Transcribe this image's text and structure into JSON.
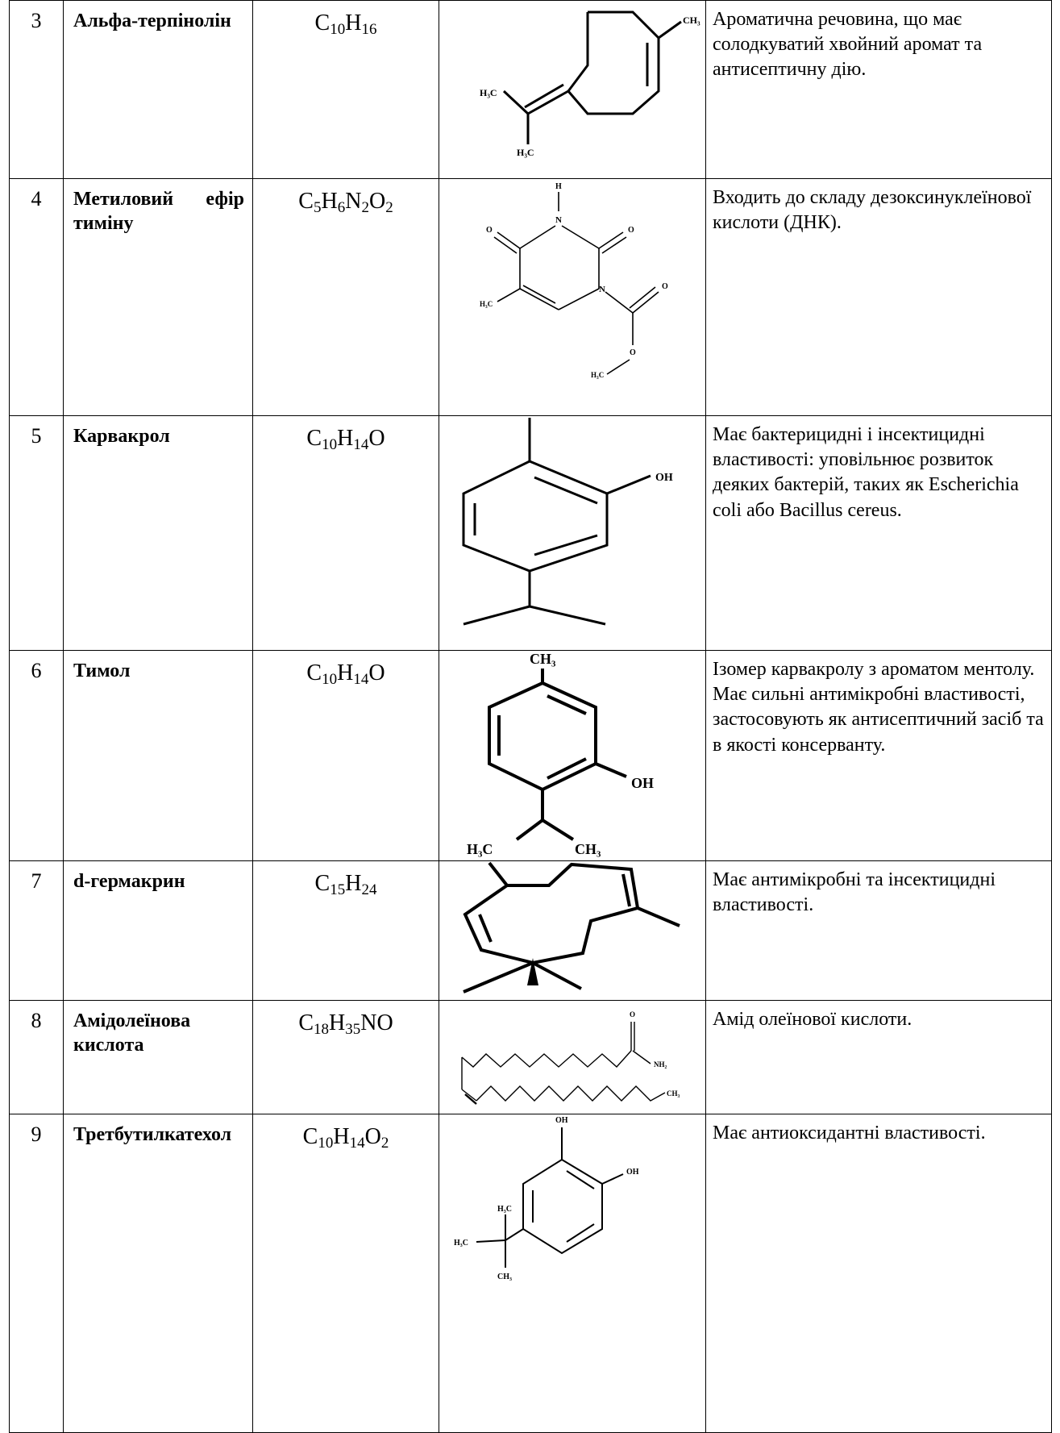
{
  "rows": [
    {
      "num": "3",
      "name": "Альфа-терпінолін",
      "formula": [
        {
          "t": "C"
        },
        {
          "s": "10"
        },
        {
          "t": "H"
        },
        {
          "s": "16"
        }
      ],
      "labels": [
        "CH₃",
        "H₃C",
        "H₃C"
      ],
      "desc": "Ароматична речовина, що має солодкуватий хвойний аромат та антисептичну дію."
    },
    {
      "num": "4",
      "name": "Метиловий ефір тиміну",
      "formula": [
        {
          "t": "C"
        },
        {
          "s": "5"
        },
        {
          "t": "H"
        },
        {
          "s": "6"
        },
        {
          "t": "N"
        },
        {
          "s": "2"
        },
        {
          "t": "O"
        },
        {
          "s": "2"
        }
      ],
      "labels": [
        "H",
        "N",
        "O",
        "O",
        "N",
        "O",
        "O",
        "H₃C",
        "H₃C"
      ],
      "desc": "Входить до складу дезоксинуклеїнової кислоти (ДНК)."
    },
    {
      "num": "5",
      "name": "Карвакрол",
      "formula": [
        {
          "t": "C"
        },
        {
          "s": "10"
        },
        {
          "t": "H"
        },
        {
          "s": "14"
        },
        {
          "t": "O"
        }
      ],
      "labels": [
        "OH"
      ],
      "desc": "Має бактерицидні і інсектицидні властивості: уповільнює розвиток деяких бактерій, таких як Escherichia coli або Bacillus cereus."
    },
    {
      "num": "6",
      "name": "Тимол",
      "formula": [
        {
          "t": "C"
        },
        {
          "s": "10"
        },
        {
          "t": "H"
        },
        {
          "s": "14"
        },
        {
          "t": "O"
        }
      ],
      "labels": [
        "CH₃",
        "OH",
        "H₃C",
        "CH₃"
      ],
      "desc": "Ізомер карвакролу з ароматом ментолу. Має сильні антимікробні властивості, застосовують як антисептичний засіб та в якості консерванту."
    },
    {
      "num": "7",
      "name": "d-гермакрин",
      "formula": [
        {
          "t": "C"
        },
        {
          "s": "15"
        },
        {
          "t": "H"
        },
        {
          "s": "24"
        }
      ],
      "labels": [],
      "desc": "Має антимікробні та інсектицидні властивості."
    },
    {
      "num": "8",
      "name": "Амідолеїнова кислота",
      "formula": [
        {
          "t": "C"
        },
        {
          "s": "18"
        },
        {
          "t": "H"
        },
        {
          "s": "35"
        },
        {
          "t": "NO"
        }
      ],
      "labels": [
        "O",
        "NH₂",
        "CH₃"
      ],
      "desc": "Амід олеїнової кислоти."
    },
    {
      "num": "9",
      "name": "Третбутилкатехол",
      "formula": [
        {
          "t": "C"
        },
        {
          "s": "10"
        },
        {
          "t": "H"
        },
        {
          "s": "14"
        },
        {
          "t": "O"
        },
        {
          "s": "2"
        }
      ],
      "labels": [
        "OH",
        "OH",
        "H₃C",
        "H₃C",
        "CH₃"
      ],
      "desc": "Має антиоксидантні властивості."
    }
  ]
}
